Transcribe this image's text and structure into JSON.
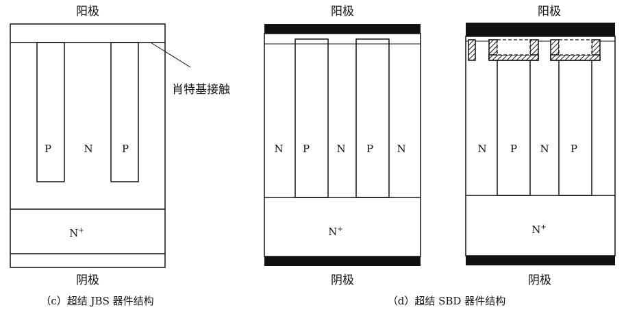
{
  "figure_c": {
    "anode_label": "阳极",
    "cathode_label": "阴极",
    "caption": "（c）超结 JBS 器件结构",
    "callout_label": "肖特基接触",
    "region_labels": {
      "p1": "P",
      "n": "N",
      "p2": "P",
      "n_plus": "N"
    }
  },
  "figure_d_middle": {
    "anode_label": "阳极",
    "cathode_label": "阴极",
    "region_labels": [
      "N",
      "P",
      "N",
      "P",
      "N"
    ],
    "n_plus": "N"
  },
  "figure_d_right": {
    "anode_label": "阳极",
    "cathode_label": "阴极",
    "caption": "（d）超结 SBD 器件结构",
    "region_labels": [
      "N",
      "P",
      "N",
      "P"
    ],
    "n_plus": "N"
  },
  "superscript": "+"
}
